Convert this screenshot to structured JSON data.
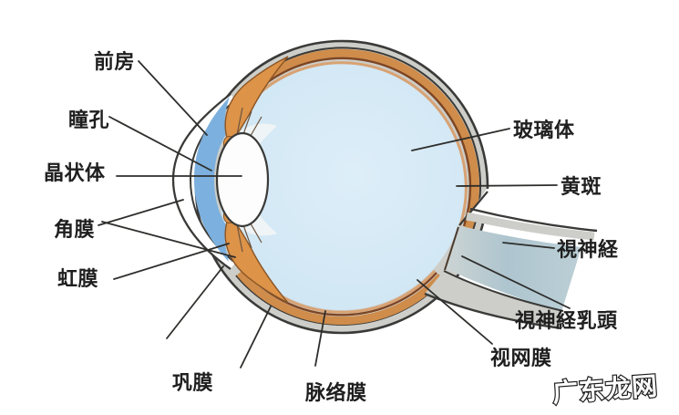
{
  "page": {
    "background": "#ffffff"
  },
  "diagram": {
    "name": "human-eye-cross-section",
    "labels": [
      {
        "id": "anterior-chamber",
        "text": "前房"
      },
      {
        "id": "pupil",
        "text": "瞳孔"
      },
      {
        "id": "crystalline-lens",
        "text": "晶状体"
      },
      {
        "id": "cornea",
        "text": "角膜"
      },
      {
        "id": "iris",
        "text": "虹膜"
      },
      {
        "id": "sclera",
        "text": "巩膜"
      },
      {
        "id": "choroid",
        "text": "脉络膜"
      },
      {
        "id": "vitreous-body",
        "text": "玻璃体"
      },
      {
        "id": "macula",
        "text": "黄斑"
      },
      {
        "id": "optic-nerve",
        "text": "視神経"
      },
      {
        "id": "optic-nerve-head",
        "text": "視神経乳頭"
      },
      {
        "id": "retina",
        "text": "视网膜"
      }
    ],
    "watermark": {
      "text": "广东龙网"
    },
    "colors": {
      "outline": "#3a3a38",
      "sclera_gray": "#cdcec9",
      "choroid_orange": "#cf8c4a",
      "choroid_dark_line": "#7d4523",
      "retina_tan_line": "#d8a273",
      "vitreous_blue": "#d3e8f6",
      "aqueous_blue": "#7cb0de",
      "iris_orange": "#dd9348",
      "lens_white": "#fdfdfd",
      "optic_nerve_gray_blue": "#aec5cf",
      "label_text": "#1f1f1f"
    }
  }
}
